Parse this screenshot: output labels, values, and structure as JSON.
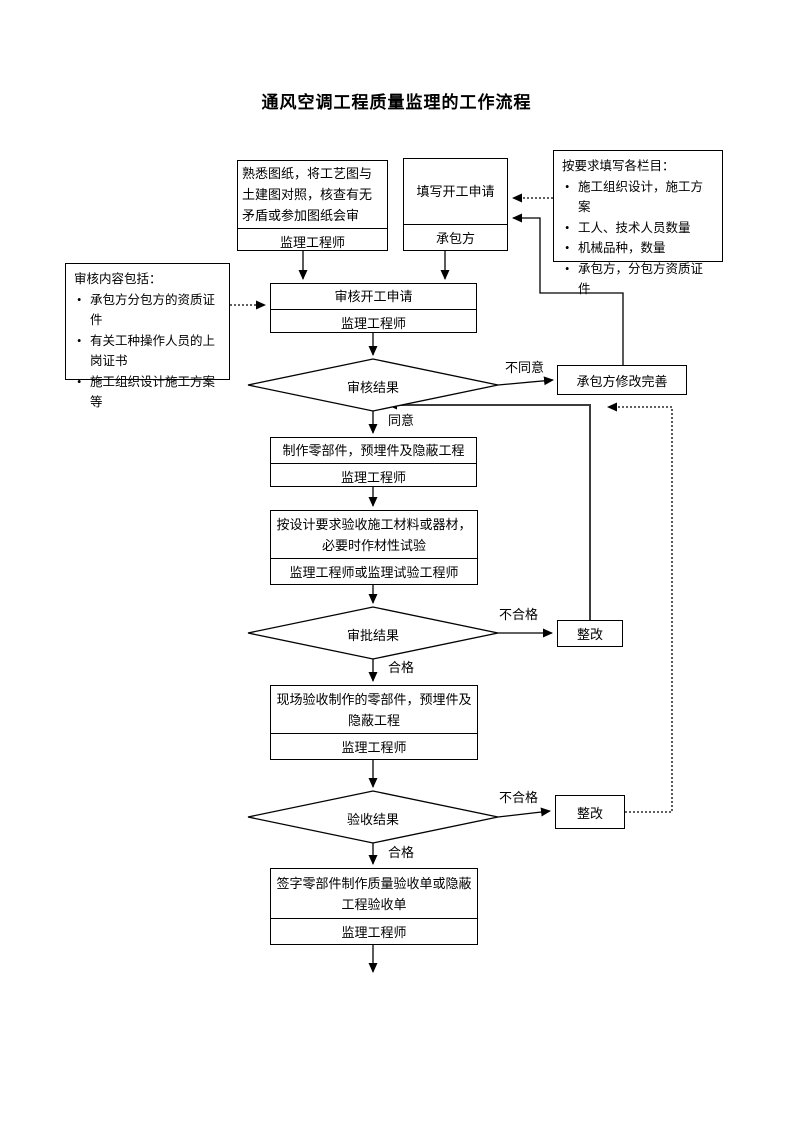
{
  "title": "通风空调工程质量监理的工作流程",
  "nodes": {
    "prep": {
      "text": "熟悉图纸，将工艺图与土建图对照，核查有无矛盾或参加图纸会审",
      "role": "监理工程师"
    },
    "apply": {
      "text": "填写开工申请",
      "role": "承包方"
    },
    "review": {
      "text": "审核开工申请",
      "role": "监理工程师"
    },
    "decision_review": {
      "text": "审核结果",
      "label_no": "不同意",
      "label_yes": "同意"
    },
    "revise": {
      "text": "承包方修改完善"
    },
    "make": {
      "text": "制作零部件，预埋件及隐蔽工程",
      "role": "监理工程师"
    },
    "material": {
      "text": "按设计要求验收施工材料或器材，必要时作材性试验",
      "role": "监理工程师或监理试验工程师"
    },
    "decision_material": {
      "text": "审批结果",
      "label_no": "不合格",
      "label_yes": "合格"
    },
    "rectify1": {
      "text": "整改"
    },
    "site": {
      "text": "现场验收制作的零部件，预埋件及隐蔽工程",
      "role": "监理工程师"
    },
    "decision_site": {
      "text": "验收结果",
      "label_no": "不合格",
      "label_yes": "合格"
    },
    "rectify2": {
      "text": "整改"
    },
    "sign": {
      "text": "签字零部件制作质量验收单或隐蔽工程验收单",
      "role": "监理工程师"
    }
  },
  "notes": {
    "fill": {
      "title": "按要求填写各栏目：",
      "items": [
        "施工组织设计，施工方案",
        "工人、技术人员数量",
        "机械品种，数量",
        "承包方，分包方资质证件"
      ]
    },
    "review": {
      "title": "审核内容包括：",
      "items": [
        "承包方分包方的资质证件",
        "有关工种操作人员的上岗证书",
        "施工组织设计施工方案等"
      ]
    }
  },
  "colors": {
    "border": "#000000",
    "line": "#3c3c3c",
    "background": "#ffffff"
  }
}
